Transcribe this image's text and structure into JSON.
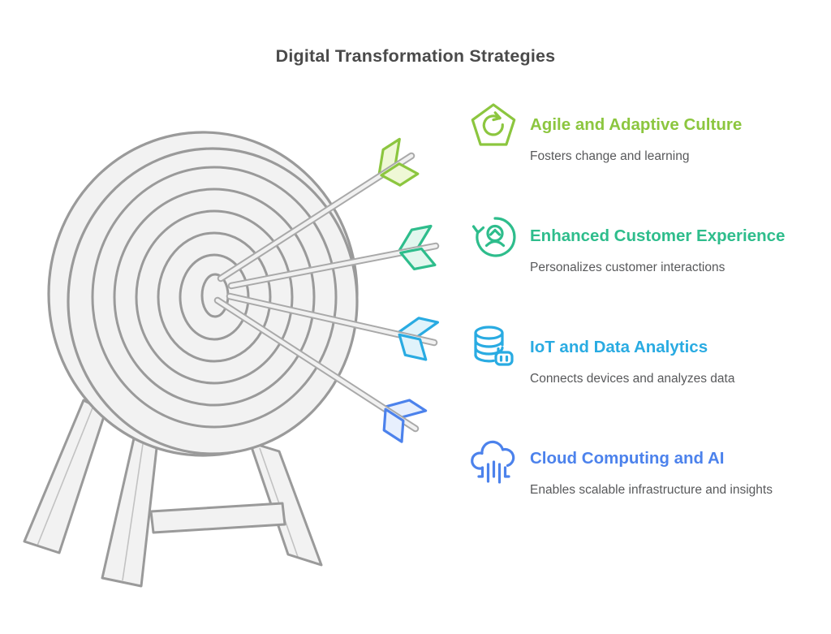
{
  "title": "Digital Transformation Strategies",
  "items": [
    {
      "id": "agile-adaptive-culture",
      "heading": "Agile and Adaptive Culture",
      "description": "Fosters change and learning",
      "color": "#8CC63F",
      "fletch_fill": "#EFF8D6",
      "icon": "refresh-pentagon-icon"
    },
    {
      "id": "enhanced-customer-experience",
      "heading": "Enhanced Customer Experience",
      "description": "Personalizes customer interactions",
      "color": "#2EBD8C",
      "fletch_fill": "#E2F7EE",
      "icon": "person-refresh-icon"
    },
    {
      "id": "iot-data-analytics",
      "heading": "IoT and Data Analytics",
      "description": "Connects devices and analyzes data",
      "color": "#29ABE2",
      "fletch_fill": "#E0F3FB",
      "icon": "database-robot-icon"
    },
    {
      "id": "cloud-computing-ai",
      "heading": "Cloud Computing and AI",
      "description": "Enables scalable infrastructure and insights",
      "color": "#4C82EC",
      "fletch_fill": "#E7EFFD",
      "icon": "cloud-circuit-icon"
    }
  ],
  "illustration": {
    "name": "dartboard-target-with-four-arrows"
  },
  "palette": {
    "background": "#FFFFFF",
    "title_color": "#4A4A4A",
    "description_color": "#58595B",
    "board_fill": "#F2F2F2",
    "board_stroke": "#9A9A9A",
    "shaft_fill": "#F1F1F1",
    "shaft_stroke": "#A9A9A9"
  }
}
